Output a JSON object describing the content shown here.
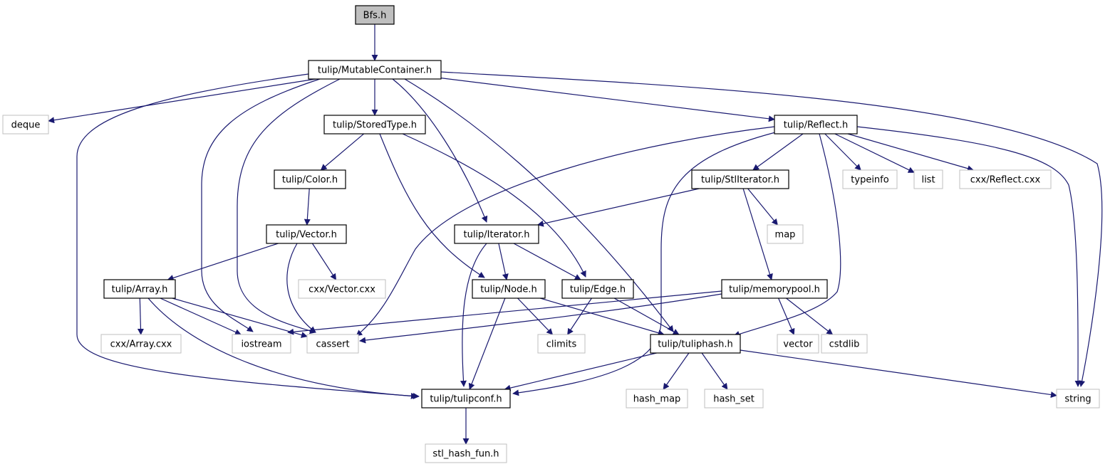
{
  "colors": {
    "edge": "#191970",
    "project_border": "#000000",
    "external_border": "#bfbfbf",
    "root_fill": "#bfbfbf"
  },
  "nodes": [
    {
      "id": "bfs",
      "label": "Bfs.h",
      "kind": "root",
      "icon": "file-node"
    },
    {
      "id": "mutable",
      "label": "tulip/MutableContainer.h",
      "kind": "project",
      "icon": "file-node"
    },
    {
      "id": "deque",
      "label": "deque",
      "kind": "external",
      "icon": "file-node"
    },
    {
      "id": "storedtype",
      "label": "tulip/StoredType.h",
      "kind": "project",
      "icon": "file-node"
    },
    {
      "id": "reflect",
      "label": "tulip/Reflect.h",
      "kind": "project",
      "icon": "file-node"
    },
    {
      "id": "color",
      "label": "tulip/Color.h",
      "kind": "project",
      "icon": "file-node"
    },
    {
      "id": "stliterator",
      "label": "tulip/StlIterator.h",
      "kind": "project",
      "icon": "file-node"
    },
    {
      "id": "typeinfo",
      "label": "typeinfo",
      "kind": "external",
      "icon": "file-node"
    },
    {
      "id": "list",
      "label": "list",
      "kind": "external",
      "icon": "file-node"
    },
    {
      "id": "reflectcxx",
      "label": "cxx/Reflect.cxx",
      "kind": "external",
      "icon": "file-node"
    },
    {
      "id": "vector_h",
      "label": "tulip/Vector.h",
      "kind": "project",
      "icon": "file-node"
    },
    {
      "id": "iterator",
      "label": "tulip/Iterator.h",
      "kind": "project",
      "icon": "file-node"
    },
    {
      "id": "map",
      "label": "map",
      "kind": "external",
      "icon": "file-node"
    },
    {
      "id": "array",
      "label": "tulip/Array.h",
      "kind": "project",
      "icon": "file-node"
    },
    {
      "id": "vectorcxx",
      "label": "cxx/Vector.cxx",
      "kind": "external",
      "icon": "file-node"
    },
    {
      "id": "node",
      "label": "tulip/Node.h",
      "kind": "project",
      "icon": "file-node"
    },
    {
      "id": "edge",
      "label": "tulip/Edge.h",
      "kind": "project",
      "icon": "file-node"
    },
    {
      "id": "memorypool",
      "label": "tulip/memorypool.h",
      "kind": "project",
      "icon": "file-node"
    },
    {
      "id": "arraycxx",
      "label": "cxx/Array.cxx",
      "kind": "external",
      "icon": "file-node"
    },
    {
      "id": "iostream",
      "label": "iostream",
      "kind": "external",
      "icon": "file-node"
    },
    {
      "id": "cassert",
      "label": "cassert",
      "kind": "external",
      "icon": "file-node"
    },
    {
      "id": "climits",
      "label": "climits",
      "kind": "external",
      "icon": "file-node"
    },
    {
      "id": "tuliphash",
      "label": "tulip/tuliphash.h",
      "kind": "project",
      "icon": "file-node"
    },
    {
      "id": "vector",
      "label": "vector",
      "kind": "external",
      "icon": "file-node"
    },
    {
      "id": "cstdlib",
      "label": "cstdlib",
      "kind": "external",
      "icon": "file-node"
    },
    {
      "id": "tulipconf",
      "label": "tulip/tulipconf.h",
      "kind": "project",
      "icon": "file-node"
    },
    {
      "id": "hash_map",
      "label": "hash_map",
      "kind": "external",
      "icon": "file-node"
    },
    {
      "id": "hash_set",
      "label": "hash_set",
      "kind": "external",
      "icon": "file-node"
    },
    {
      "id": "string",
      "label": "string",
      "kind": "external",
      "icon": "file-node"
    },
    {
      "id": "stlhashfun",
      "label": "stl_hash_fun.h",
      "kind": "external",
      "icon": "file-node"
    }
  ],
  "edges": [
    {
      "from": "bfs",
      "to": "mutable"
    },
    {
      "from": "mutable",
      "to": "deque"
    },
    {
      "from": "mutable",
      "to": "tulipconf"
    },
    {
      "from": "mutable",
      "to": "iostream"
    },
    {
      "from": "mutable",
      "to": "cassert"
    },
    {
      "from": "mutable",
      "to": "storedtype"
    },
    {
      "from": "mutable",
      "to": "iterator"
    },
    {
      "from": "mutable",
      "to": "tuliphash"
    },
    {
      "from": "mutable",
      "to": "reflect"
    },
    {
      "from": "mutable",
      "to": "string"
    },
    {
      "from": "storedtype",
      "to": "color"
    },
    {
      "from": "storedtype",
      "to": "node"
    },
    {
      "from": "storedtype",
      "to": "edge"
    },
    {
      "from": "color",
      "to": "vector_h"
    },
    {
      "from": "vector_h",
      "to": "array"
    },
    {
      "from": "vector_h",
      "to": "cassert"
    },
    {
      "from": "vector_h",
      "to": "vectorcxx"
    },
    {
      "from": "array",
      "to": "arraycxx"
    },
    {
      "from": "array",
      "to": "iostream"
    },
    {
      "from": "array",
      "to": "cassert"
    },
    {
      "from": "array",
      "to": "tulipconf"
    },
    {
      "from": "reflect",
      "to": "cassert"
    },
    {
      "from": "reflect",
      "to": "tulipconf"
    },
    {
      "from": "reflect",
      "to": "stliterator"
    },
    {
      "from": "reflect",
      "to": "tuliphash"
    },
    {
      "from": "reflect",
      "to": "typeinfo"
    },
    {
      "from": "reflect",
      "to": "list"
    },
    {
      "from": "reflect",
      "to": "reflectcxx"
    },
    {
      "from": "reflect",
      "to": "string"
    },
    {
      "from": "stliterator",
      "to": "iterator"
    },
    {
      "from": "stliterator",
      "to": "map"
    },
    {
      "from": "stliterator",
      "to": "memorypool"
    },
    {
      "from": "iterator",
      "to": "tulipconf"
    },
    {
      "from": "iterator",
      "to": "node"
    },
    {
      "from": "iterator",
      "to": "edge"
    },
    {
      "from": "node",
      "to": "tulipconf"
    },
    {
      "from": "node",
      "to": "climits"
    },
    {
      "from": "node",
      "to": "tuliphash"
    },
    {
      "from": "edge",
      "to": "climits"
    },
    {
      "from": "edge",
      "to": "tuliphash"
    },
    {
      "from": "memorypool",
      "to": "iostream"
    },
    {
      "from": "memorypool",
      "to": "cassert"
    },
    {
      "from": "memorypool",
      "to": "vector"
    },
    {
      "from": "memorypool",
      "to": "cstdlib"
    },
    {
      "from": "tuliphash",
      "to": "tulipconf"
    },
    {
      "from": "tuliphash",
      "to": "hash_map"
    },
    {
      "from": "tuliphash",
      "to": "hash_set"
    },
    {
      "from": "tuliphash",
      "to": "string"
    },
    {
      "from": "tulipconf",
      "to": "stlhashfun"
    }
  ]
}
